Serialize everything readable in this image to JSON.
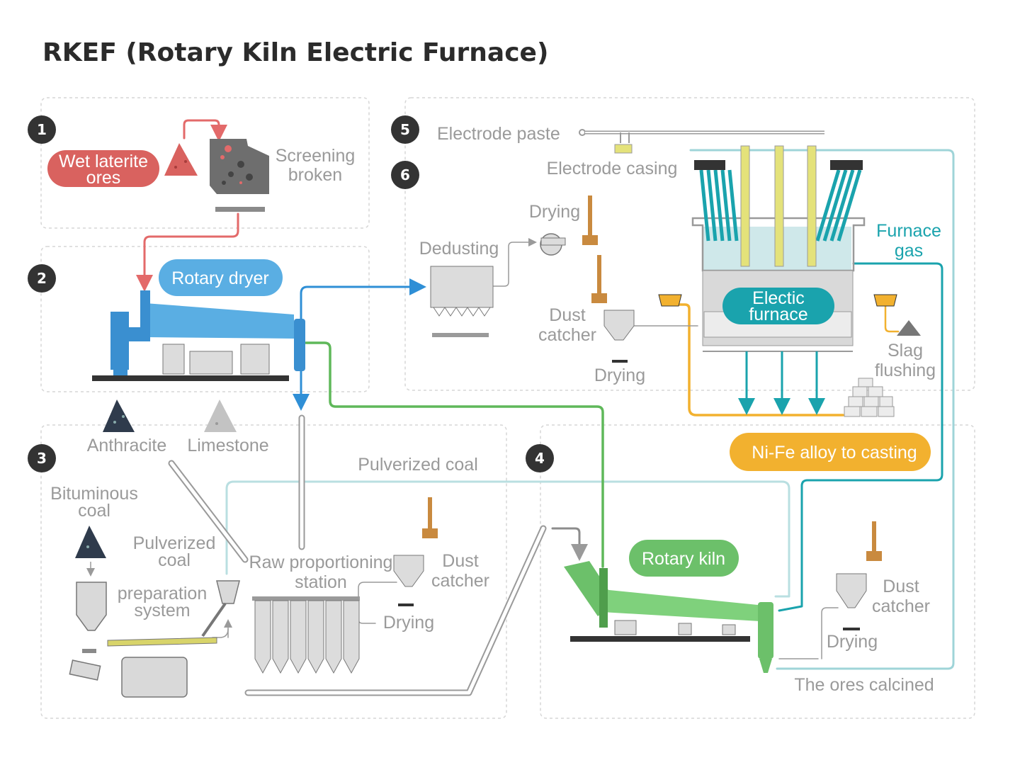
{
  "title": "RKEF (Rotary Kiln Electric Furnace)",
  "colors": {
    "red": "#e36a6a",
    "blue": "#2f8fd6",
    "green": "#5fb85a",
    "teal": "#1aa3ad",
    "orange": "#f2b12f",
    "lightblue": "#9fd4d8",
    "gray": "#9a9a9a",
    "dark": "#333333"
  },
  "steps": [
    "1",
    "2",
    "3",
    "4",
    "5",
    "6"
  ],
  "section1": {
    "ores": "Wet laterite ores",
    "screening": "Screening broken"
  },
  "section2": {
    "rotary_dryer": "Rotary dryer"
  },
  "section3": {
    "anthracite": "Anthracite",
    "limestone": "Limestone",
    "bituminous_coal": "Bituminous coal",
    "pulverized_coal": "Pulverized coal",
    "preparation_system": "preparation system",
    "raw_proportioning": "Raw proportioning station",
    "dust_catcher": "Dust catcher",
    "drying": "Drying"
  },
  "pulverized_coal_line": "Pulverized coal",
  "section4": {
    "rotary_kiln": "Rotary kiln",
    "dust_catcher": "Dust catcher",
    "drying": "Drying",
    "ores_calcined": "The ores calcined"
  },
  "section56": {
    "electrode_paste": "Electrode paste",
    "electrode_casing": "Electrode casing",
    "dedusting": "Dedusting",
    "drying_top": "Drying",
    "dust_catcher": "Dust catcher",
    "drying_bottom": "Drying",
    "electric_furnace": "Electic furnace",
    "furnace_gas": "Furnace gas",
    "slag_flushing": "Slag flushing",
    "ni_fe": "Ni-Fe alloy to casting"
  }
}
